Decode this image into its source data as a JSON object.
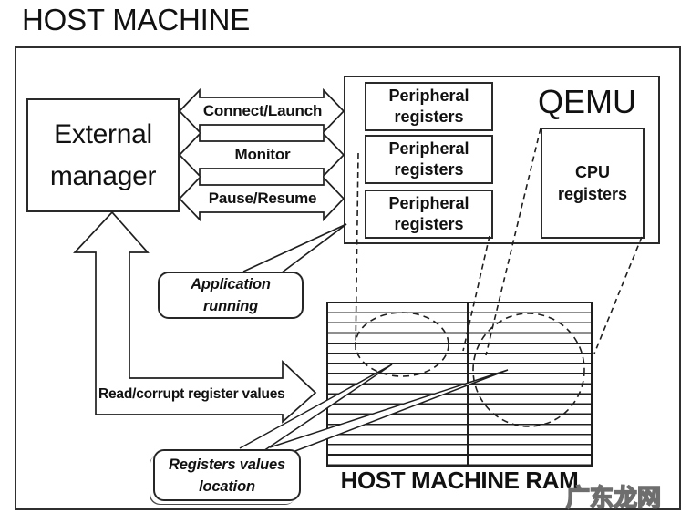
{
  "title": "HOST MACHINE",
  "host_box": {
    "external_manager": {
      "line1": "External",
      "line2": "manager"
    },
    "channel_arrows": [
      {
        "label": "Connect/Launch"
      },
      {
        "label": "Monitor"
      },
      {
        "label": "Pause/Resume"
      }
    ],
    "qemu": {
      "title": "QEMU",
      "peripheral_registers": [
        {
          "line1": "Peripheral",
          "line2": "registers"
        },
        {
          "line1": "Peripheral",
          "line2": "registers"
        },
        {
          "line1": "Peripheral",
          "line2": "registers"
        }
      ],
      "cpu_registers": {
        "line1": "CPU",
        "line2": "registers"
      }
    },
    "callouts": {
      "application_running": {
        "line1": "Application",
        "line2": "running"
      },
      "registers_values_location": {
        "line1": "Registers values",
        "line2": "location"
      }
    },
    "read_corrupt_label": "Read/corrupt register values",
    "ram_label": "HOST MACHINE RAM"
  },
  "watermark": "广东龙网",
  "colors": {
    "ink": "#1f1f1f",
    "background": "#ffffff"
  }
}
